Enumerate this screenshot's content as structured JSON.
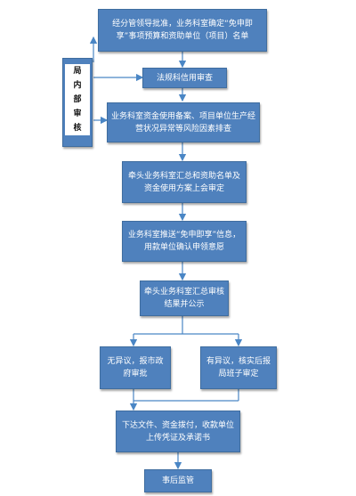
{
  "side_label": [
    "局",
    "内",
    "部",
    "审",
    "核"
  ],
  "steps": [
    {
      "id": "s1",
      "text": "经分管领导批准，业务科室确定“免申即享”事项预算和资助单位（项目）名单"
    },
    {
      "id": "s2",
      "text": "法规科信用审查"
    },
    {
      "id": "s3",
      "text": "业务科室资金使用备案、项目单位生产经营状况异常等风险因素排查"
    },
    {
      "id": "s4",
      "text": "牵头业务科室汇总和资助名单及资金使用方案上会审定"
    },
    {
      "id": "s5",
      "text": "业务科室推送“免申即享”信息，用款单位确认申领意愿"
    },
    {
      "id": "s6",
      "text": "牵头业务科室汇总审核结果并公示"
    },
    {
      "id": "s7a",
      "text": "无异议，报市政府审批"
    },
    {
      "id": "s7b",
      "text": "有异议，核实后报局班子审定"
    },
    {
      "id": "s8",
      "text": "下达文件、资金拨付，收款单位上传凭证及承诺书"
    },
    {
      "id": "s9",
      "text": "事后监管"
    }
  ],
  "colors": {
    "box_fill": "#4f81bd",
    "connector": "#4a86c5"
  }
}
